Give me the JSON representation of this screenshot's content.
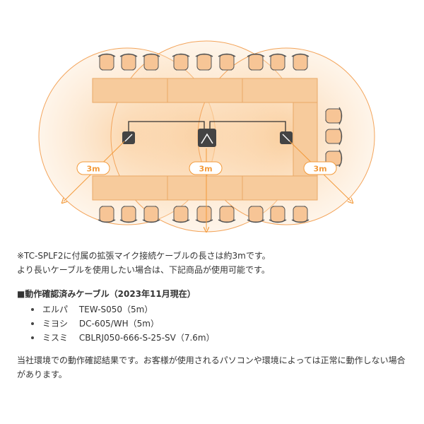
{
  "diagram": {
    "range_labels": [
      "3m",
      "3m",
      "3m"
    ],
    "colors": {
      "range_fill": "#fbd9b3",
      "range_stroke": "#f3a55c",
      "table": "#f7cb9c",
      "chair": "#f7c596",
      "device": "#444444",
      "cable": "#333333",
      "badge": "#f39a3a"
    }
  },
  "notes": {
    "line1": "※TC-SPLF2に付属の拡張マイク接続ケーブルの長さは約3mです。",
    "line2": "より長いケーブルを使用したい場合は、下記商品が使用可能です。",
    "heading": "■動作確認済みケーブル（2023年11月現在）",
    "cables": [
      {
        "maker": "エルパ",
        "model": "TEW-S050（5m）"
      },
      {
        "maker": "ミヨシ",
        "model": "DC-605/WH（5m）"
      },
      {
        "maker": "ミスミ",
        "model": "CBLRJ050-666-S-25-SV（7.6m）"
      }
    ],
    "footer": "当社環境での動作確認結果です。お客様が使用されるパソコンや環境によっては正常に動作しない場合があります。"
  }
}
